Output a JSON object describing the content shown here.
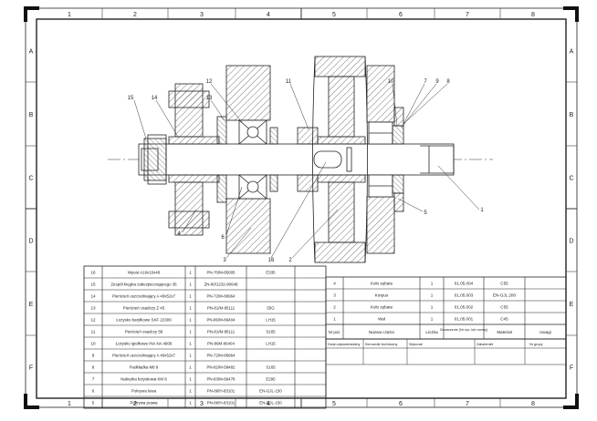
{
  "frame": {
    "columns": [
      "1",
      "2",
      "3",
      "4",
      "5",
      "6",
      "7",
      "8"
    ],
    "rows": [
      "A",
      "B",
      "C",
      "D",
      "E",
      "F"
    ]
  },
  "callouts": [
    "1",
    "2",
    "3",
    "4",
    "5",
    "6",
    "7",
    "8",
    "9",
    "10",
    "11",
    "12",
    "13",
    "14",
    "15",
    "16"
  ],
  "parts_left": [
    {
      "no": "16",
      "name": "Wpust A16x10x48",
      "qty": "1",
      "std": "PN-70/M-85005",
      "mat": "E335"
    },
    {
      "no": "15",
      "name": "Zespół kręgka zabezpieczającego 36",
      "qty": "1",
      "std": "ZN-80/1232-90648",
      "mat": ""
    },
    {
      "no": "14",
      "name": "Pierścień uszczelniający A 40x52x7",
      "qty": "1",
      "std": "PN-72/M-86964",
      "mat": ""
    },
    {
      "no": "13",
      "name": "Pierścień osadczy Z 45",
      "qty": "1",
      "std": "PN-81/M-85111",
      "mat": "55G"
    },
    {
      "no": "12",
      "name": "Łożysko baryłkowe SKF 22309",
      "qty": "1",
      "std": "PN-86/M-86404",
      "mat": "LH15"
    },
    {
      "no": "11",
      "name": "Pierścień osadczy 58",
      "qty": "1",
      "std": "PN-81/M-85111",
      "mat": "S165"
    },
    {
      "no": "10",
      "name": "Łożysko igiełkowe INA NA 4909",
      "qty": "1",
      "std": "PN-86M-86404",
      "mat": "LH15"
    },
    {
      "no": "9",
      "name": "Pierścień uszczelniający A 40x52x7",
      "qty": "1",
      "std": "PN-72/M-86964",
      "mat": ""
    },
    {
      "no": "8",
      "name": "Podkładka M8 8",
      "qty": "1",
      "std": "PN-82/M-58482",
      "mat": "S165"
    },
    {
      "no": "7",
      "name": "Nakrętka łożyskowa KM 8",
      "qty": "1",
      "std": "PN-83/M-86478",
      "mat": "E295"
    },
    {
      "no": "6",
      "name": "Pokrywa lewa",
      "qty": "1",
      "std": "PN-86/H-83101",
      "mat": "EN-GJL-150"
    },
    {
      "no": "5",
      "name": "Pokrywa prawa",
      "qty": "1",
      "std": "PN-86/H-83101",
      "mat": "EN-GJL-150"
    }
  ],
  "parts_right": [
    {
      "no": "4",
      "name": "Koło zębate",
      "qty": "1",
      "std": "01.05.004",
      "mat": "C55"
    },
    {
      "no": "3",
      "name": "Korpus",
      "qty": "1",
      "std": "01.05.003",
      "mat": "EN-GJL 200"
    },
    {
      "no": "2",
      "name": "Koło zębate",
      "qty": "1",
      "std": "01.05.002",
      "mat": "C55"
    },
    {
      "no": "1",
      "name": "Wał",
      "qty": "1",
      "std": "01.05.001",
      "mat": "C45"
    }
  ],
  "headers": {
    "no": "Nr poz.",
    "name": "Nazwa części",
    "qty": "Liczba",
    "std": "Oznaczenie (Nr rys. lub normy)",
    "mat": "Materiał",
    "notes": "Uwagi"
  },
  "title_block": {
    "dzial": "Dział odpowiedzialny",
    "kierownik": "Kierownik techniczny",
    "wykonal": "Wykonał",
    "zatwierdzil": "Zatwierdził",
    "grupa": "Nr grupy"
  }
}
